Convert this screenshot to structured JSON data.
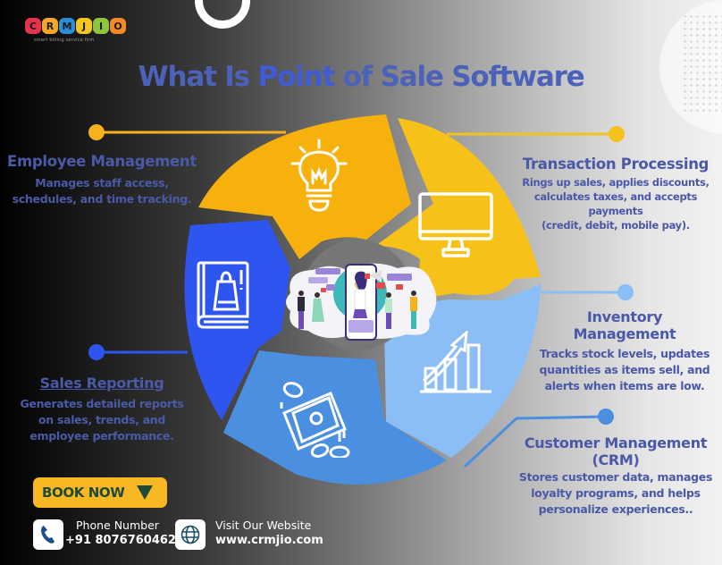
{
  "brand": {
    "logo_letters": [
      "C",
      "R",
      "M",
      "J",
      "I",
      "O"
    ],
    "logo_colors": [
      "#e5334b",
      "#f5a623",
      "#2d8cd6",
      "#f7c61b",
      "#8cc63f",
      "#f28b24"
    ],
    "tagline": "smart billing service firm"
  },
  "title": {
    "part1": "What Is ",
    "part2": "Point",
    "part3": " of Sale Software",
    "color": "#4b62b8"
  },
  "features": {
    "employee": {
      "title": "Employee Management",
      "desc_line1": "Manages staff access,",
      "desc_line2": "schedules, and time tracking.",
      "icon": "lightbulb-icon",
      "color": "#f7b10c"
    },
    "transaction": {
      "title": "Transaction Processing",
      "desc_line1": "Rings up sales, applies discounts,",
      "desc_line2": "calculates taxes, and accepts payments",
      "desc_line3": "(credit, debit, mobile pay).",
      "icon": "monitor-icon",
      "color": "#f6c21a"
    },
    "inventory": {
      "title_line1": "Inventory",
      "title_line2": "Management",
      "desc_line1": "Tracks stock levels, updates",
      "desc_line2": "quantities as items sell, and",
      "desc_line3": "alerts when items are low.",
      "icon": "growth-chart-icon",
      "color": "#8bbdf6"
    },
    "customer": {
      "title_line1": "Customer Management",
      "title_line2": "(CRM)",
      "desc_line1": "Stores customer data, manages",
      "desc_line2": "loyalty programs, and helps",
      "desc_line3": "personalize experiences..",
      "icon": "money-icon",
      "color": "#4a8fe0"
    },
    "sales": {
      "title": "Sales Reporting",
      "desc_line1": "Generates detailed reports",
      "desc_line2": "on sales, trends, and",
      "desc_line3": "employee performance.",
      "icon": "shopping-book-icon",
      "color": "#2f55f0"
    }
  },
  "cta": {
    "book_now": "BOOK NOW",
    "phone_label": "Phone Number",
    "phone_value": "+91 8076760462",
    "website_label": "Visit Our Website",
    "website_value": "www.crmjio.com"
  }
}
